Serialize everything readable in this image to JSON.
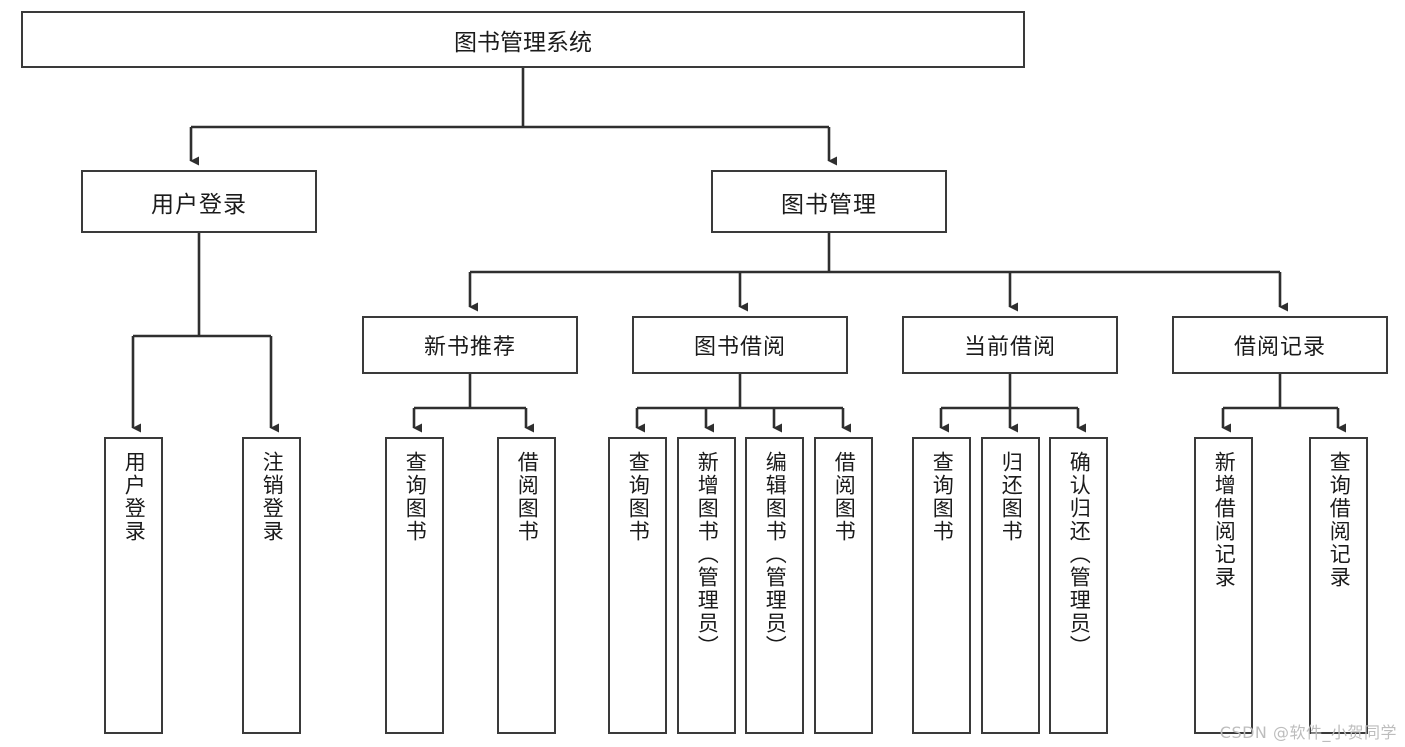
{
  "diagram": {
    "type": "tree-hierarchy",
    "title": "图书管理系统",
    "watermark": "CSDN @软件_小贺同学",
    "colors": {
      "border": "#3a3a3a",
      "background": "#ffffff",
      "text": "#1b1b1b",
      "watermark": "#bdbdbd"
    },
    "levels": {
      "root": {
        "label": "图书管理系统"
      },
      "level2": [
        {
          "label": "用户登录"
        },
        {
          "label": "图书管理"
        }
      ],
      "level3": [
        {
          "label": "新书推荐"
        },
        {
          "label": "图书借阅"
        },
        {
          "label": "当前借阅"
        },
        {
          "label": "借阅记录"
        }
      ],
      "leaves": {
        "user_login": [
          {
            "label": "用户登录"
          },
          {
            "label": "注销登录"
          }
        ],
        "new_book_recommend": [
          {
            "label": "查询图书"
          },
          {
            "label": "借阅图书"
          }
        ],
        "book_borrow": [
          {
            "label": "查询图书"
          },
          {
            "label": "新增图书（管理员）"
          },
          {
            "label": "编辑图书（管理员）"
          },
          {
            "label": "借阅图书"
          }
        ],
        "current_borrow": [
          {
            "label": "查询图书"
          },
          {
            "label": "归还图书"
          },
          {
            "label": "确认归还（管理员）"
          }
        ],
        "borrow_records": [
          {
            "label": "新增借阅记录"
          },
          {
            "label": "查询借阅记录"
          }
        ]
      }
    }
  }
}
